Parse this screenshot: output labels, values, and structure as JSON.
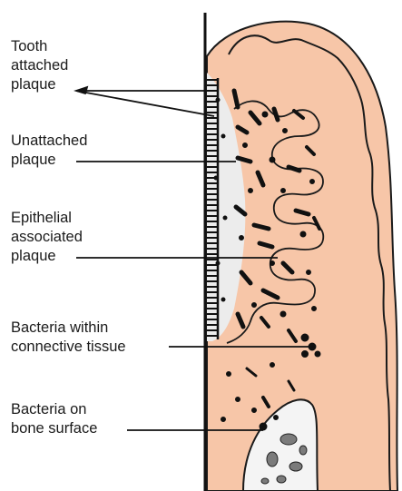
{
  "labels": {
    "tooth_attached": [
      "Tooth",
      "attached",
      "plaque"
    ],
    "unattached": [
      "Unattached",
      "plaque"
    ],
    "epithelial": [
      "Epithelial",
      "associated",
      "plaque"
    ],
    "bacteria_connective": [
      "Bacteria within",
      "connective tissue"
    ],
    "bacteria_bone": [
      "Bacteria on",
      "bone surface"
    ]
  },
  "colors": {
    "gingiva": "#f7c6a8",
    "gingiva_edge": "#1a1a1a",
    "plaque_area": "#ececec",
    "bone": "#f4f4f4",
    "bacteria": "#111111"
  }
}
